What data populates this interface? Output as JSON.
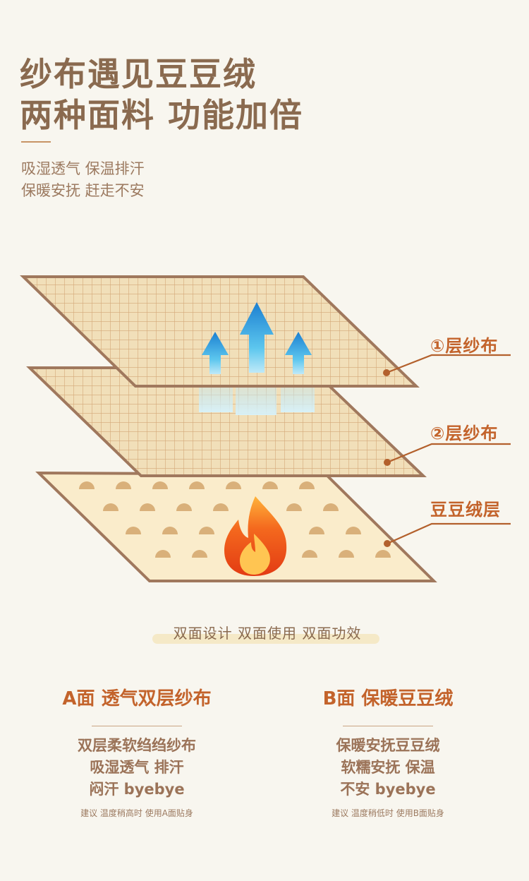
{
  "header": {
    "title_line1": "纱布遇见豆豆绒",
    "title_line2": "两种面料 功能加倍",
    "subtitle_line1": "吸湿透气 保温排汗",
    "subtitle_line2": "保暖安抚 赶走不安"
  },
  "diagram": {
    "labels": [
      "①层纱布",
      "②层纱布",
      "豆豆绒层"
    ],
    "icons": [
      "upward-airflow-arrows-icon",
      "flame-icon",
      "bean-dots-pattern"
    ],
    "colors": {
      "gauze_fill": "#f1dfb9",
      "grid_line": "#d4a878",
      "border": "#a0785d",
      "velvet_fill": "#faeccb",
      "bean": "#d9b07a",
      "label": "#c3632b",
      "arrow_top": "#1b7fd1",
      "flame": "#f0541c"
    }
  },
  "tagline": "双面设计 双面使用 双面功效",
  "side_a": {
    "title": "A面  透气双层纱布",
    "lines": [
      "双层柔软绉绉纱布",
      "吸湿透气 排汗",
      "闷汗 byebye"
    ],
    "note": "建议 温度稍高时 使用A面贴身"
  },
  "side_b": {
    "title": "B面  保暖豆豆绒",
    "lines": [
      "保暖安抚豆豆绒",
      "软糯安抚 保温",
      "不安 byebye"
    ],
    "note": "建议 温度稍低时 使用B面贴身"
  }
}
